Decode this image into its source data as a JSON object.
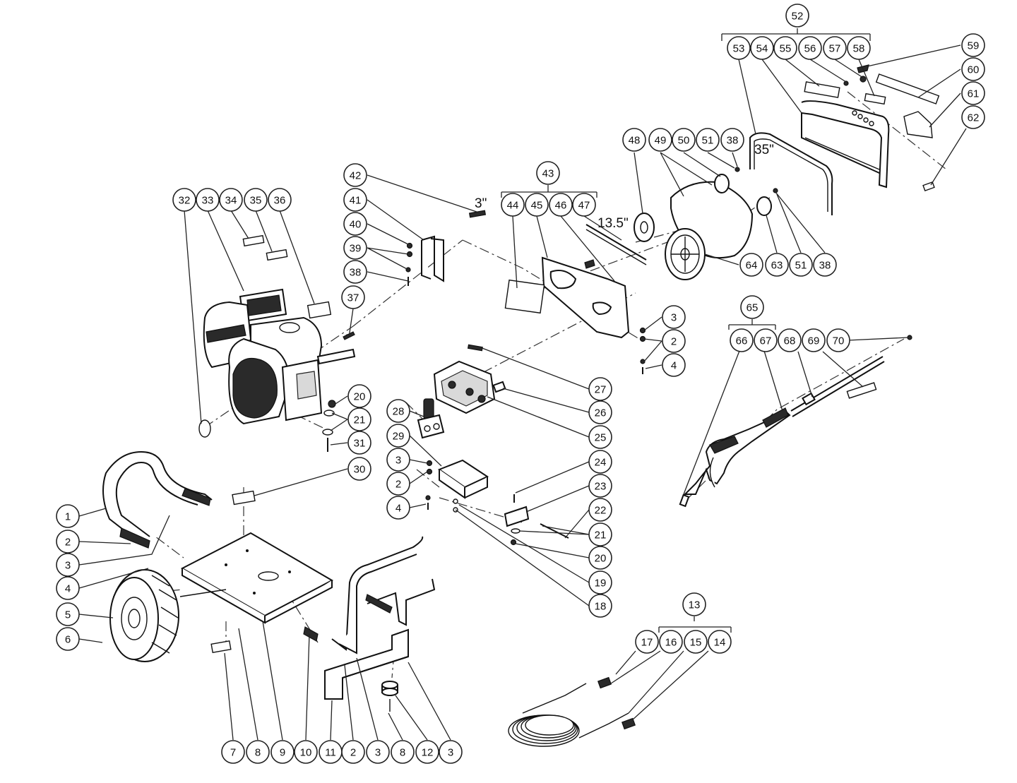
{
  "callouts": [
    {
      "n": "1"
    },
    {
      "n": "2"
    },
    {
      "n": "3"
    },
    {
      "n": "4"
    },
    {
      "n": "5"
    },
    {
      "n": "6"
    },
    {
      "n": "7"
    },
    {
      "n": "8"
    },
    {
      "n": "9"
    },
    {
      "n": "10"
    },
    {
      "n": "11"
    },
    {
      "n": "2"
    },
    {
      "n": "3"
    },
    {
      "n": "8"
    },
    {
      "n": "12"
    },
    {
      "n": "3"
    },
    {
      "n": "13"
    },
    {
      "n": "17"
    },
    {
      "n": "16"
    },
    {
      "n": "15"
    },
    {
      "n": "14"
    },
    {
      "n": "28"
    },
    {
      "n": "29"
    },
    {
      "n": "3"
    },
    {
      "n": "2"
    },
    {
      "n": "4"
    },
    {
      "n": "27"
    },
    {
      "n": "26"
    },
    {
      "n": "25"
    },
    {
      "n": "24"
    },
    {
      "n": "23"
    },
    {
      "n": "22"
    },
    {
      "n": "21"
    },
    {
      "n": "20"
    },
    {
      "n": "19"
    },
    {
      "n": "18"
    },
    {
      "n": "30"
    },
    {
      "n": "32"
    },
    {
      "n": "33"
    },
    {
      "n": "34"
    },
    {
      "n": "35"
    },
    {
      "n": "36"
    },
    {
      "n": "20"
    },
    {
      "n": "21"
    },
    {
      "n": "31"
    },
    {
      "n": "42"
    },
    {
      "n": "41"
    },
    {
      "n": "40"
    },
    {
      "n": "39"
    },
    {
      "n": "38"
    },
    {
      "n": "37"
    },
    {
      "n": "43"
    },
    {
      "n": "44"
    },
    {
      "n": "45"
    },
    {
      "n": "46"
    },
    {
      "n": "47"
    },
    {
      "n": "3"
    },
    {
      "n": "2"
    },
    {
      "n": "4"
    },
    {
      "n": "48"
    },
    {
      "n": "49"
    },
    {
      "n": "50"
    },
    {
      "n": "51"
    },
    {
      "n": "38"
    },
    {
      "n": "64"
    },
    {
      "n": "63"
    },
    {
      "n": "51"
    },
    {
      "n": "38"
    },
    {
      "n": "52"
    },
    {
      "n": "53"
    },
    {
      "n": "54"
    },
    {
      "n": "55"
    },
    {
      "n": "56"
    },
    {
      "n": "57"
    },
    {
      "n": "58"
    },
    {
      "n": "59"
    },
    {
      "n": "60"
    },
    {
      "n": "61"
    },
    {
      "n": "62"
    },
    {
      "n": "65"
    },
    {
      "n": "66"
    },
    {
      "n": "67"
    },
    {
      "n": "68"
    },
    {
      "n": "69"
    },
    {
      "n": "70"
    }
  ],
  "dimensions": {
    "bracket_length": "3\"",
    "belt_guard_length": "13.5\"",
    "frame_bar_length": "35\""
  }
}
